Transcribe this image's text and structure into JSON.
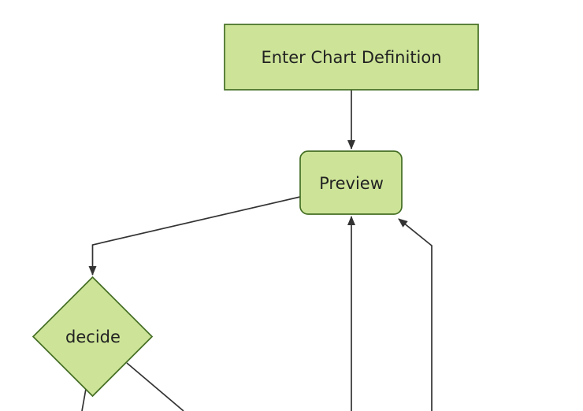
{
  "diagram": {
    "type": "flowchart",
    "direction": "top-down",
    "nodes": [
      {
        "id": "enter-chart-definition",
        "label": "Enter Chart Definition",
        "shape": "rectangle"
      },
      {
        "id": "preview",
        "label": "Preview",
        "shape": "rounded-rectangle"
      },
      {
        "id": "decide",
        "label": "decide",
        "shape": "diamond"
      }
    ],
    "edges": [
      {
        "from": "Enter Chart Definition",
        "to": "Preview",
        "arrowhead": true
      },
      {
        "from": "Preview",
        "to": "decide",
        "arrowhead": true
      },
      {
        "from": "offscreen-bottom",
        "to": "Preview",
        "arrowhead": true
      },
      {
        "from": "offscreen-bottom-right",
        "to": "Preview",
        "arrowhead": true
      },
      {
        "from": "decide",
        "to": "offscreen-bottom-left",
        "arrowhead": false
      },
      {
        "from": "decide",
        "to": "offscreen-bottom-right",
        "arrowhead": false
      }
    ],
    "colors": {
      "background": "#ffffff",
      "node_fill": "#cde498",
      "node_border": "#446e24",
      "edge": "#333333",
      "text": "#222222"
    }
  }
}
